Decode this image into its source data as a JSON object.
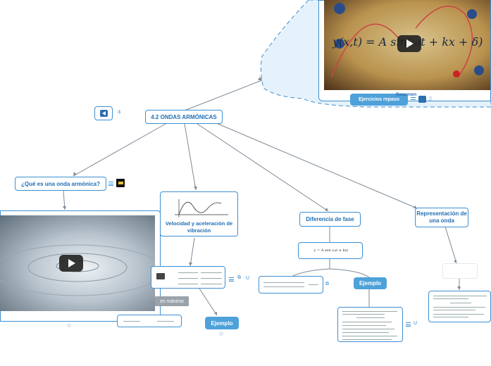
{
  "central": {
    "label": "4.2 ONDAS ARMÓNICAS"
  },
  "branches": {
    "what": "¿Qué es una onda armónica?",
    "velocity": "Velocidad y aceleración de vibración",
    "phase": "Diferencia de fase",
    "repr": "Representación de una onda"
  },
  "examples": {
    "left": "Ejemplo",
    "right": "Ejemplo"
  },
  "top": {
    "exercises": "Ejercicios repaso",
    "summary": "Resumen"
  },
  "labels": {
    "max": "es máximo"
  },
  "formulas": {
    "wave": "y(x,t) = A sin(ωt + kx + δ)",
    "phase": "y = A sen (ωt ± kx)"
  },
  "colors": {
    "accent": "#3d8fd0",
    "filled": "#4ea1d9",
    "cloud": "#e6f2fb"
  }
}
